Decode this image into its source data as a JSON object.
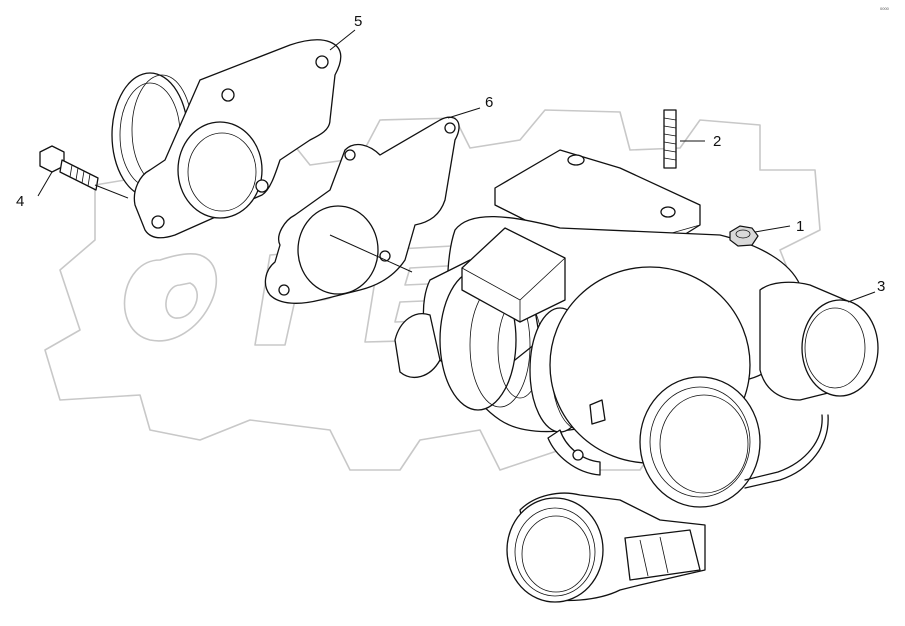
{
  "diagram": {
    "watermark_text": "OPEX",
    "corner_code": "0000",
    "callouts": [
      {
        "id": "1",
        "label": "1"
      },
      {
        "id": "2",
        "label": "2"
      },
      {
        "id": "3",
        "label": "3"
      },
      {
        "id": "4",
        "label": "4"
      },
      {
        "id": "5",
        "label": "5"
      },
      {
        "id": "6",
        "label": "6"
      }
    ]
  }
}
